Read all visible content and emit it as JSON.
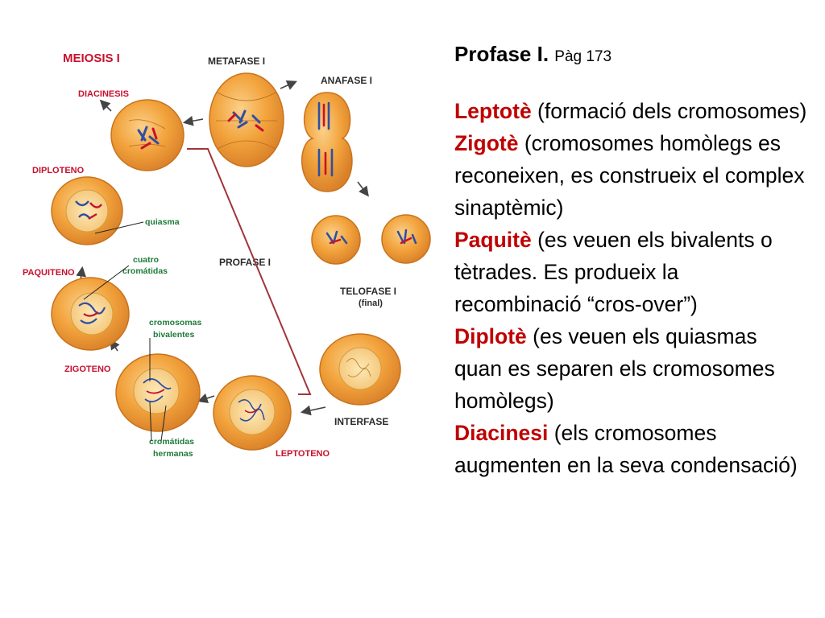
{
  "diagram": {
    "title": "MEIOSIS I",
    "stages": {
      "metafase": "METAFASE I",
      "anafase": "ANAFASE I",
      "telofase_line1": "TELOFASE I",
      "telofase_line2": "(final)",
      "interfase": "INTERFASE",
      "profase": "PROFASE I",
      "diacinesis": "DIACINESIS",
      "diploteno": "DIPLOTENO",
      "paquiteno": "PAQUITENO",
      "zigoteno": "ZIGOTENO",
      "leptoteno": "LEPTOTENO"
    },
    "annotations": {
      "quiasma": "quiasma",
      "cuatro_line1": "cuatro",
      "cuatro_line2": "cromátidas",
      "bivalentes_line1": "cromosomas",
      "bivalentes_line2": "bivalentes",
      "hermanas_line1": "cromátidas",
      "hermanas_line2": "hermanas"
    },
    "colors": {
      "cell_fill": "#f2a33c",
      "cell_edge": "#c9731c",
      "label_red": "#c8102e",
      "label_green": "#1f7a3a"
    }
  },
  "text": {
    "heading": "Profase I.",
    "page_ref": "Pàg 173",
    "items": [
      {
        "term": "Leptotè",
        "desc": " (formació dels cromosomes)"
      },
      {
        "term": "Zigotè",
        "desc": " (cromosomes homòlegs es reconeixen, es construeix el complex sinaptèmic)"
      },
      {
        "term": "Paquitè",
        "desc": " (es veuen els bivalents o tètrades. Es produeix la recombinació “cros-over”)"
      },
      {
        "term": "Diplotè",
        "desc": " (es veuen els quiasmas quan es separen els cromosomes homòlegs)"
      },
      {
        "term": "Diacinesi",
        "desc": " (els cromosomes augmenten en la seva condensació)"
      }
    ]
  }
}
